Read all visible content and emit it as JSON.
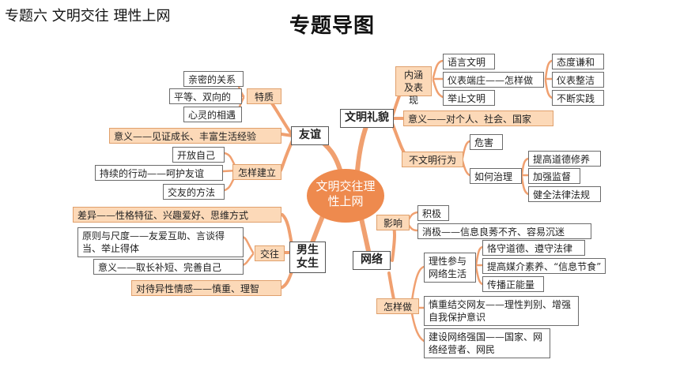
{
  "header": {
    "subject": "专题六  文明交往  理性上网",
    "map_title": "专题导图"
  },
  "colors": {
    "branch": "#f0a070",
    "center": "#ee8a4e",
    "fill": "#fcd9b8",
    "border": "#6b6b6b"
  },
  "nodes": {
    "center": "文明交往理性上网",
    "youyi": "友谊",
    "nannv": "男生女生",
    "wenming": "文明礼貌",
    "wangluo": "网络",
    "qinmi": "亲密的关系",
    "pingdeng": "平等、双向的",
    "xinling": "心灵的相遇",
    "tezhi": "特质",
    "yiyi_youyi": "意义——见证成长、丰富生活经验",
    "kaifang": "开放自己",
    "chixu": "持续的行动——呵护友谊",
    "jiaoyou": "交友的方法",
    "zenyang_jianli": "怎样建立",
    "chayi": "差异——性格特征、兴趣爱好、思维方式",
    "yuanze": "原则与尺度——友爱互助、言谈得当、举止得体",
    "yiyi_jiaowang": "意义——取长补短、完善自己",
    "jiaowang": "交往",
    "yixing": "对待异性情感——慎重、理智",
    "neihan": "内涵及表现",
    "yuyan": "语言文明",
    "yibiao": "仪表端庄——怎样做",
    "juzhi": "举止文明",
    "taidu": "态度谦和",
    "zhengjie": "仪表整洁",
    "shijian": "不断实践",
    "yiyi_wenming": "意义——对个人、社会、国家",
    "buwenming": "不文明行为",
    "weihai": "危害",
    "ruhe": "如何治理",
    "daode": "提高道德修养",
    "jiandu": "加强监督",
    "fagui": "健全法律法规",
    "yingxiang": "影响",
    "jiji": "积极",
    "xiaoji": "消极——信息良莠不齐、容易沉迷",
    "lixing_canyu": "理性参与网络生活",
    "zunshou": "恪守道德、遵守法律",
    "meijie": "提高媒介素养、“信息节食”",
    "zhengnengliang": "传播正能量",
    "zenyang_zuo": "怎样做",
    "shenzhong": "慎重结交网友——理性判别、增强自我保护意识",
    "qiangguo": "建设网络强国——国家、网络经营者、网民"
  }
}
